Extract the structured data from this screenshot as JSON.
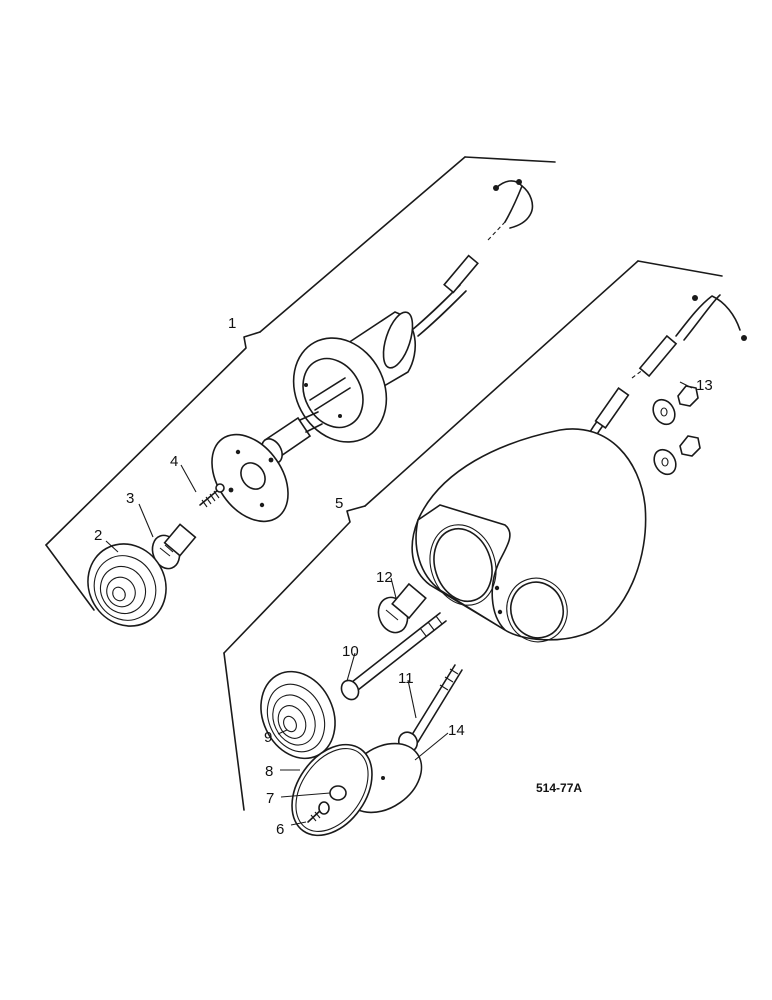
{
  "callouts": {
    "c1": "1",
    "c2": "2",
    "c3": "3",
    "c4": "4",
    "c5": "5",
    "c6": "6",
    "c7": "7",
    "c8": "8",
    "c9": "9",
    "c10": "10",
    "c11": "11",
    "c12": "12",
    "c13": "13",
    "c14": "14"
  },
  "drawing_code": "514-77A",
  "colors": {
    "ink": "#1a1a1a",
    "paper": "#ffffff"
  }
}
